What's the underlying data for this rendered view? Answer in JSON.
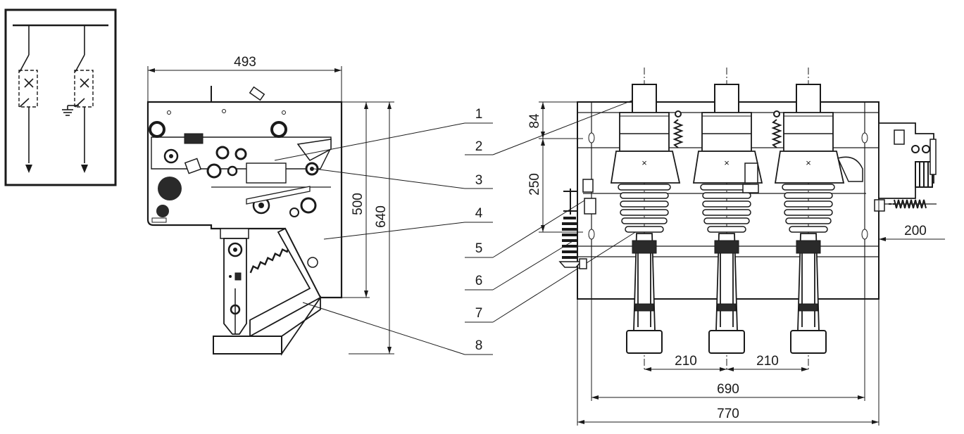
{
  "schematic": {},
  "side_view": {
    "dimensions": {
      "width": "493",
      "height_inner": "500",
      "height_outer": "640"
    }
  },
  "front_view": {
    "dimensions": {
      "top_offset": "84",
      "upper_height": "250",
      "right_extension": "200",
      "pole_pitch_left": "210",
      "pole_pitch_right": "210",
      "mounting_width": "690",
      "overall_width": "770"
    }
  },
  "callouts": [
    "1",
    "2",
    "3",
    "4",
    "5",
    "6",
    "7",
    "8"
  ]
}
